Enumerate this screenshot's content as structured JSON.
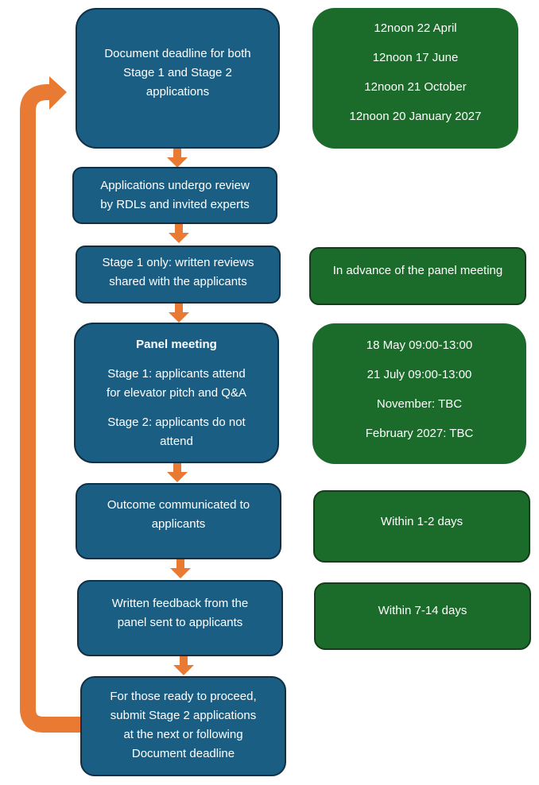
{
  "colors": {
    "step_box": "#1a5e83",
    "info_box": "#1b6b2a",
    "arrow": "#e97a33"
  },
  "steps": [
    {
      "lines": [
        "Document deadline for both",
        "Stage 1 and Stage 2",
        "applications"
      ]
    },
    {
      "lines": [
        "Applications undergo review",
        "by RDLs and  invited experts"
      ]
    },
    {
      "lines": [
        "Stage 1 only: written reviews",
        "shared with the applicants"
      ]
    },
    {
      "title": "Panel meeting",
      "para1": [
        "Stage 1: applicants attend",
        "for elevator pitch and Q&A"
      ],
      "para2": [
        "Stage 2: applicants do not",
        "attend"
      ]
    },
    {
      "lines": [
        "Outcome communicated to",
        "applicants"
      ]
    },
    {
      "lines": [
        "Written feedback from the",
        "panel sent to applicants"
      ]
    },
    {
      "lines": [
        "For those ready to proceed,",
        "submit Stage 2 applications",
        "at the next or following",
        "Document deadline"
      ]
    }
  ],
  "info": {
    "deadlines": [
      "12noon 22 April",
      "12noon 17 June",
      "12noon 21 October",
      "12noon 20 January 2027"
    ],
    "reviews": [
      "In advance of the panel meeting"
    ],
    "panel_dates": [
      "18 May 09:00-13:00",
      "21 July 09:00-13:00",
      "November: TBC",
      "February 2027: TBC"
    ],
    "outcome": [
      "Within 1-2 days"
    ],
    "feedback": [
      "Within 7-14 days"
    ]
  }
}
